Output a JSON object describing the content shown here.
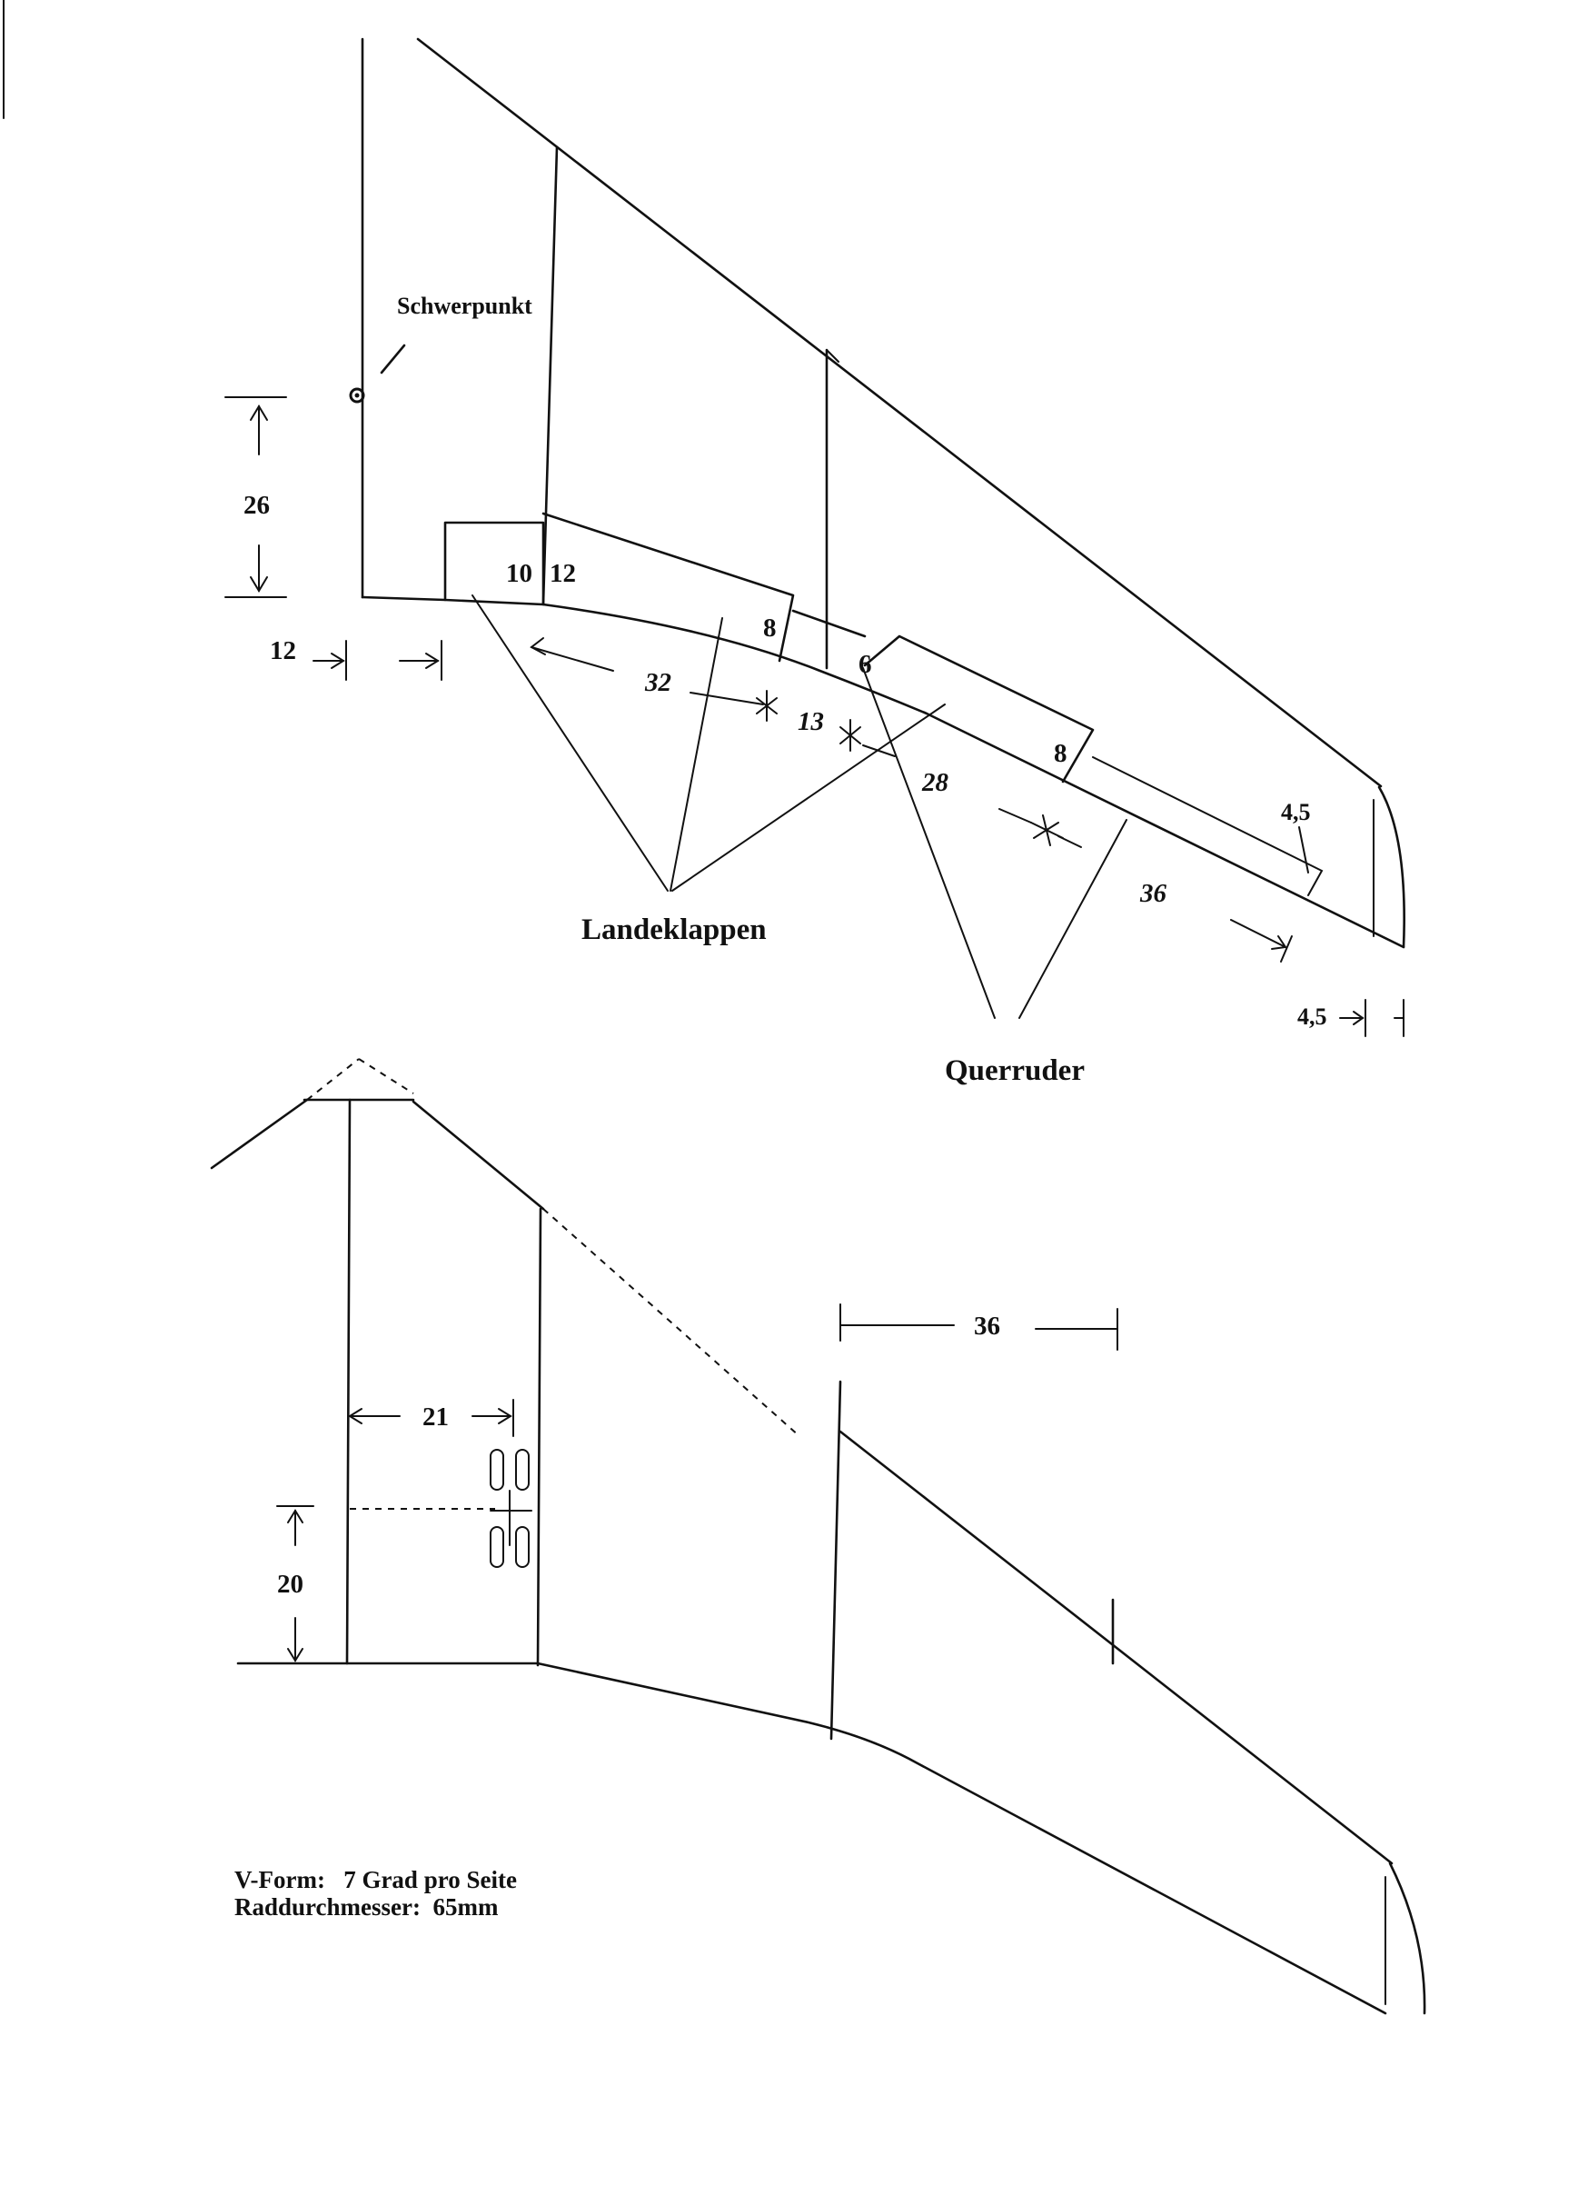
{
  "labels": {
    "center_of_gravity": "Schwerpunkt",
    "flaps": "Landeklappen",
    "ailerons": "Querruder"
  },
  "top_view": {
    "dim_cg_height": "26",
    "dim_root_offset": "12",
    "flap1_chord_root": "10",
    "flap1_chord_tip": "12",
    "flap2_chord": "8",
    "flap_span_1": "32",
    "flap_span_2": "13",
    "aileron_chord_root": "6",
    "aileron_span": "28",
    "aileron_chord_tip": "8",
    "outer_span": "36",
    "tip_chord": "4,5",
    "tip_offset": "4,5"
  },
  "bottom_view": {
    "dim_span_marker": "36",
    "dim_gear_x": "21",
    "dim_gear_y": "20"
  },
  "notes": {
    "dihedral": "V-Form:   7 Grad pro Seite",
    "wheel_diameter": "Raddurchmesser:  65mm"
  }
}
